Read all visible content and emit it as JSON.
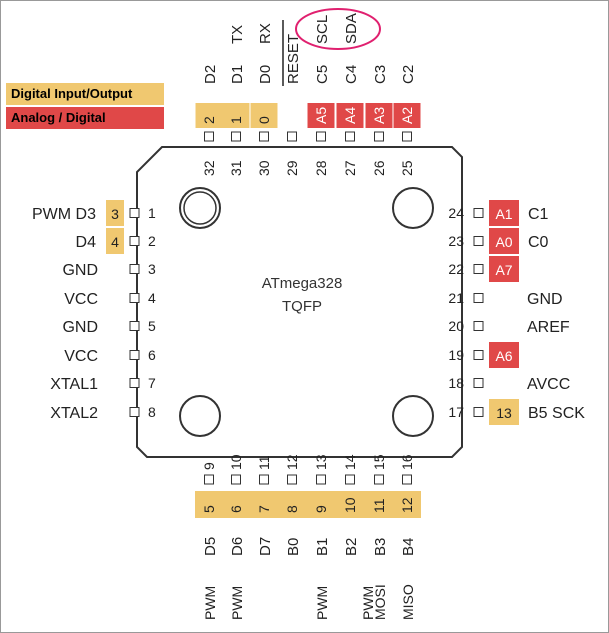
{
  "colors": {
    "digital": "#F0C870",
    "analog": "#E04848",
    "highlight_circle": "#E0206F",
    "outline": "#333333"
  },
  "legend": {
    "digital_label": "Digital Input/Output",
    "analog_label": "Analog / Digital"
  },
  "chip": {
    "name": "ATmega328",
    "package": "TQFP"
  },
  "top_pins": [
    {
      "num": "32",
      "port": "D2",
      "arduino": "2",
      "kind": "digital",
      "funcs": []
    },
    {
      "num": "31",
      "port": "D1",
      "arduino": "1",
      "kind": "digital",
      "funcs": [
        "TX"
      ]
    },
    {
      "num": "30",
      "port": "D0",
      "arduino": "0",
      "kind": "digital",
      "funcs": [
        "RX"
      ]
    },
    {
      "num": "29",
      "port": "RESET",
      "arduino": "",
      "kind": "none",
      "funcs": []
    },
    {
      "num": "28",
      "port": "C5",
      "arduino": "A5",
      "kind": "analog",
      "funcs": [
        "SCL"
      ]
    },
    {
      "num": "27",
      "port": "C4",
      "arduino": "A4",
      "kind": "analog",
      "funcs": [
        "SDA"
      ]
    },
    {
      "num": "26",
      "port": "C3",
      "arduino": "A3",
      "kind": "analog",
      "funcs": []
    },
    {
      "num": "25",
      "port": "C2",
      "arduino": "A2",
      "kind": "analog",
      "funcs": []
    }
  ],
  "left_pins": [
    {
      "num": "1",
      "label": "PWM  D3",
      "arduino": "3",
      "kind": "digital"
    },
    {
      "num": "2",
      "label": "D4",
      "arduino": "4",
      "kind": "digital"
    },
    {
      "num": "3",
      "label": "GND",
      "arduino": "",
      "kind": "none"
    },
    {
      "num": "4",
      "label": "VCC",
      "arduino": "",
      "kind": "none"
    },
    {
      "num": "5",
      "label": "GND",
      "arduino": "",
      "kind": "none"
    },
    {
      "num": "6",
      "label": "VCC",
      "arduino": "",
      "kind": "none"
    },
    {
      "num": "7",
      "label": "XTAL1",
      "arduino": "",
      "kind": "none"
    },
    {
      "num": "8",
      "label": "XTAL2",
      "arduino": "",
      "kind": "none"
    }
  ],
  "right_pins": [
    {
      "num": "24",
      "arduino": "A1",
      "kind": "analog",
      "label": "C1"
    },
    {
      "num": "23",
      "arduino": "A0",
      "kind": "analog",
      "label": "C0"
    },
    {
      "num": "22",
      "arduino": "A7",
      "kind": "analog",
      "label": ""
    },
    {
      "num": "21",
      "arduino": "",
      "kind": "none",
      "label": "GND"
    },
    {
      "num": "20",
      "arduino": "",
      "kind": "none",
      "label": "AREF"
    },
    {
      "num": "19",
      "arduino": "A6",
      "kind": "analog",
      "label": ""
    },
    {
      "num": "18",
      "arduino": "",
      "kind": "none",
      "label": "AVCC"
    },
    {
      "num": "17",
      "arduino": "13",
      "kind": "digital",
      "label": "B5  SCK"
    }
  ],
  "bottom_pins": [
    {
      "num": "9",
      "arduino": "5",
      "port": "D5",
      "funcs": [
        "PWM"
      ]
    },
    {
      "num": "10",
      "arduino": "6",
      "port": "D6",
      "funcs": [
        "PWM"
      ]
    },
    {
      "num": "11",
      "arduino": "7",
      "port": "D7",
      "funcs": []
    },
    {
      "num": "12",
      "arduino": "8",
      "port": "B0",
      "funcs": []
    },
    {
      "num": "13",
      "arduino": "9",
      "port": "B1",
      "funcs": [
        "PWM"
      ]
    },
    {
      "num": "14",
      "arduino": "10",
      "port": "B2",
      "funcs": []
    },
    {
      "num": "15",
      "arduino": "11",
      "port": "B3",
      "funcs": [
        "PWM",
        "MOSI"
      ]
    },
    {
      "num": "16",
      "arduino": "12",
      "port": "B4",
      "funcs": [
        "MISO"
      ]
    }
  ]
}
